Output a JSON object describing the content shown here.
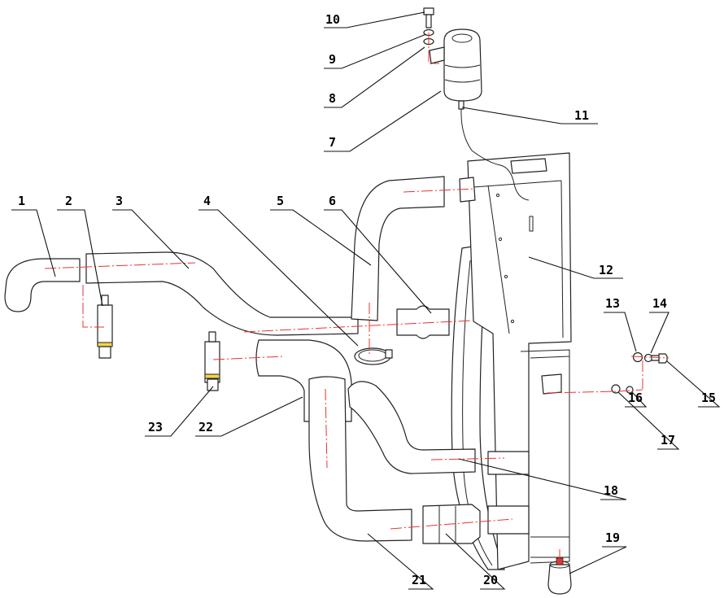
{
  "drawing": {
    "axis_color": "#e8362e",
    "band_color": "#f2d64b",
    "callouts": [
      {
        "id": "p1",
        "label": "1"
      },
      {
        "id": "p2",
        "label": "2"
      },
      {
        "id": "p3",
        "label": "3"
      },
      {
        "id": "p4",
        "label": "4"
      },
      {
        "id": "p5",
        "label": "5"
      },
      {
        "id": "p6",
        "label": "6"
      },
      {
        "id": "p7",
        "label": "7"
      },
      {
        "id": "p8",
        "label": "8"
      },
      {
        "id": "p9",
        "label": "9"
      },
      {
        "id": "p10",
        "label": "10"
      },
      {
        "id": "p11",
        "label": "11"
      },
      {
        "id": "p12",
        "label": "12"
      },
      {
        "id": "p13",
        "label": "13"
      },
      {
        "id": "p14",
        "label": "14"
      },
      {
        "id": "p15",
        "label": "15"
      },
      {
        "id": "p16",
        "label": "16"
      },
      {
        "id": "p17",
        "label": "17"
      },
      {
        "id": "p18",
        "label": "18"
      },
      {
        "id": "p19",
        "label": "19"
      },
      {
        "id": "p20",
        "label": "20"
      },
      {
        "id": "p21",
        "label": "21"
      },
      {
        "id": "p22",
        "label": "22"
      },
      {
        "id": "p23",
        "label": "23"
      }
    ]
  }
}
